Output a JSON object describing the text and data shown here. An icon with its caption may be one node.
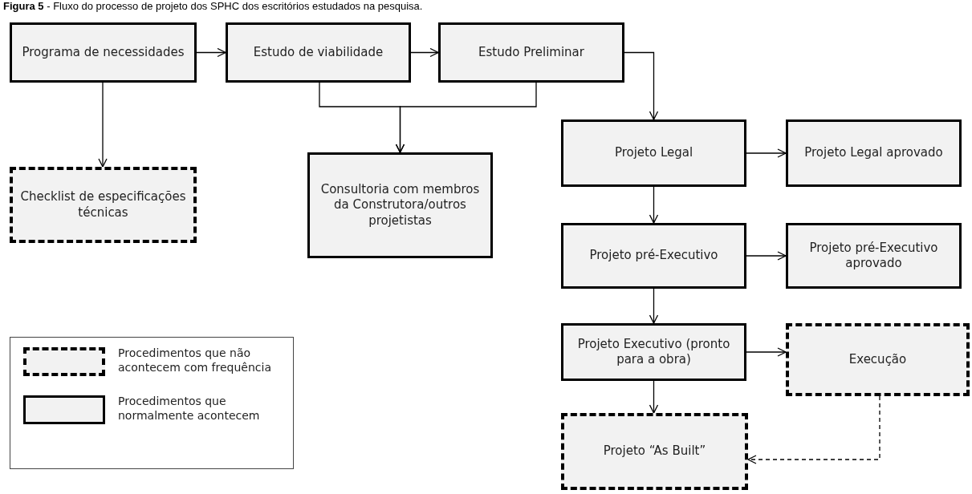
{
  "diagram": {
    "title": "**Figura 5** - Fluxo do processo de projeto dos SPHC dos escritórios estudados na pesquisa.",
    "nodes": [
      {
        "text": [
          "Programa de necessidades"
        ]
      },
      {
        "text": [
          "Estudo de viabilidade"
        ]
      },
      {
        "text": [
          "Estudo Preliminar"
        ]
      },
      {
        "text": [
          "Checklist de especificações técnicas"
        ]
      },
      {
        "text": [
          "Consultoria  com membros da Construtora/outros projetistas"
        ]
      },
      {
        "text": [
          "Projeto Legal"
        ]
      },
      {
        "text": [
          "Projeto Legal aprovado"
        ]
      },
      {
        "text": [
          "Projeto pré-Executivo"
        ]
      },
      {
        "text": [
          "Projeto pré-Executivo aprovado"
        ]
      },
      {
        "text": [
          "Projeto Executivo (pronto para a obra)"
        ]
      },
      {
        "text": [
          "Execução"
        ]
      },
      {
        "text": [
          "Projeto “As Built”"
        ]
      }
    ],
    "edges": [
      {
        "from": 0,
        "to": 1,
        "arrow": "to"
      },
      {
        "from": 1,
        "to": 2,
        "arrow": "to"
      },
      {
        "from": 2,
        "to": 5,
        "arrow": "to"
      },
      {
        "from": 0,
        "to": 3,
        "arrow": "to"
      },
      {
        "from": 1,
        "to": 4,
        "arrow": "to"
      },
      {
        "from": 2,
        "to": 4,
        "arrow": "to"
      },
      {
        "from": 5,
        "to": 6,
        "arrow": "to"
      },
      {
        "from": 5,
        "to": 7,
        "arrow": "to"
      },
      {
        "from": 7,
        "to": 8,
        "arrow": "to"
      },
      {
        "from": 7,
        "to": 9,
        "arrow": "to"
      },
      {
        "from": 9,
        "to": 10,
        "arrow": "to"
      },
      {
        "from": 9,
        "to": 11,
        "arrow": "to"
      },
      {
        "from": 10,
        "to": 11,
        "arrow": "to",
        "style": "dashed"
      }
    ],
    "legend": [
      {
        "text": "Procedimentos que não acontecem com frequência"
      },
      {
        "text": "Procedimentos que normalmente acontecem"
      }
    ]
  }
}
